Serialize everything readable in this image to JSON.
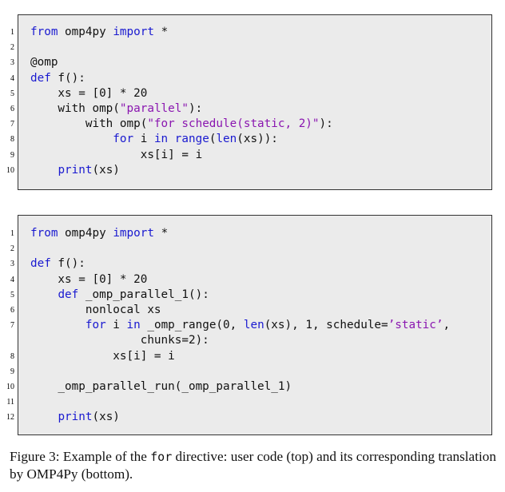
{
  "listing_top": {
    "lines": [
      {
        "n": "1",
        "parts": [
          {
            "t": "from",
            "c": "kw"
          },
          {
            "t": " omp4py "
          },
          {
            "t": "import",
            "c": "kw"
          },
          {
            "t": " *"
          }
        ]
      },
      {
        "n": "2",
        "parts": []
      },
      {
        "n": "3",
        "parts": [
          {
            "t": "@omp"
          }
        ]
      },
      {
        "n": "4",
        "parts": [
          {
            "t": "def",
            "c": "kw"
          },
          {
            "t": " f():"
          }
        ]
      },
      {
        "n": "5",
        "parts": [
          {
            "t": "    xs = [0] * 20"
          }
        ]
      },
      {
        "n": "6",
        "parts": [
          {
            "t": "    with omp("
          },
          {
            "t": "\"parallel\"",
            "c": "str"
          },
          {
            "t": "):"
          }
        ]
      },
      {
        "n": "7",
        "parts": [
          {
            "t": "        with omp("
          },
          {
            "t": "\"for schedule(static, 2)\"",
            "c": "str"
          },
          {
            "t": "):"
          }
        ]
      },
      {
        "n": "8",
        "parts": [
          {
            "t": "            "
          },
          {
            "t": "for",
            "c": "kw"
          },
          {
            "t": " i "
          },
          {
            "t": "in",
            "c": "kw"
          },
          {
            "t": " "
          },
          {
            "t": "range",
            "c": "kw"
          },
          {
            "t": "("
          },
          {
            "t": "len",
            "c": "kw"
          },
          {
            "t": "(xs)):"
          }
        ]
      },
      {
        "n": "9",
        "parts": [
          {
            "t": "                xs[i] = i"
          }
        ]
      },
      {
        "n": "10",
        "parts": [
          {
            "t": "    "
          },
          {
            "t": "print",
            "c": "kw"
          },
          {
            "t": "(xs)"
          }
        ]
      }
    ]
  },
  "listing_bottom": {
    "lines": [
      {
        "n": "1",
        "parts": [
          {
            "t": "from",
            "c": "kw"
          },
          {
            "t": " omp4py "
          },
          {
            "t": "import",
            "c": "kw"
          },
          {
            "t": " *"
          }
        ]
      },
      {
        "n": "2",
        "parts": []
      },
      {
        "n": "3",
        "parts": [
          {
            "t": "def",
            "c": "kw"
          },
          {
            "t": " f():"
          }
        ]
      },
      {
        "n": "4",
        "parts": [
          {
            "t": "    xs = [0] * 20"
          }
        ]
      },
      {
        "n": "5",
        "parts": [
          {
            "t": "    "
          },
          {
            "t": "def",
            "c": "kw"
          },
          {
            "t": " _omp_parallel_1():"
          }
        ]
      },
      {
        "n": "6",
        "parts": [
          {
            "t": "        nonlocal xs"
          }
        ]
      },
      {
        "n": "7",
        "parts": [
          {
            "t": "        "
          },
          {
            "t": "for",
            "c": "kw"
          },
          {
            "t": " i "
          },
          {
            "t": "in",
            "c": "kw"
          },
          {
            "t": " _omp_range(0, "
          },
          {
            "t": "len",
            "c": "kw"
          },
          {
            "t": "(xs), 1, schedule="
          },
          {
            "t": "’static’",
            "c": "str"
          },
          {
            "t": ","
          }
        ]
      },
      {
        "n": "",
        "parts": [
          {
            "t": "                chunks=2):"
          }
        ]
      },
      {
        "n": "8",
        "parts": [
          {
            "t": "            xs[i] = i"
          }
        ]
      },
      {
        "n": "9",
        "parts": []
      },
      {
        "n": "10",
        "parts": [
          {
            "t": "    _omp_parallel_run(_omp_parallel_1)"
          }
        ]
      },
      {
        "n": "11",
        "parts": []
      },
      {
        "n": "12",
        "parts": [
          {
            "t": "    "
          },
          {
            "t": "print",
            "c": "kw"
          },
          {
            "t": "(xs)"
          }
        ]
      }
    ]
  },
  "caption": {
    "prefix": "Figure 3: Example of the ",
    "code_word": "for",
    "suffix": " directive: user code (top) and its corresponding translation by OMP4Py (bottom)."
  }
}
